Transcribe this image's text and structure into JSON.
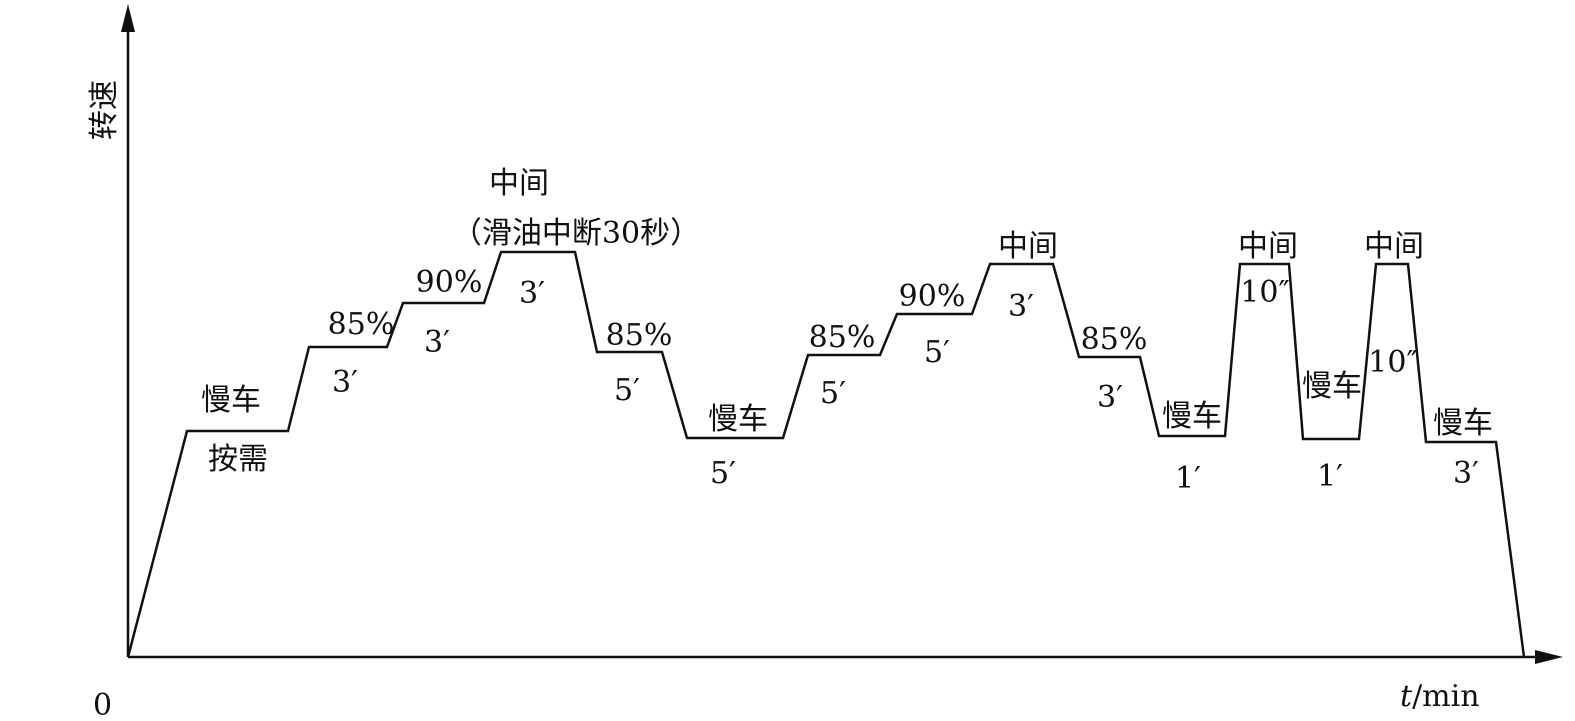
{
  "axis": {
    "y_label": "转速",
    "x_label_var": "t",
    "x_label_unit": "/min",
    "origin": "0"
  },
  "stages": [
    {
      "name": "慢车",
      "duration": "按需"
    },
    {
      "name": "85%",
      "duration": "3′"
    },
    {
      "name": "90%",
      "duration": "3′"
    },
    {
      "name": "中间",
      "note": "（滑油中断30秒）",
      "duration": "3′"
    },
    {
      "name": "85%",
      "duration": "5′"
    },
    {
      "name": "慢车",
      "duration": "5′"
    },
    {
      "name": "85%",
      "duration": "5′"
    },
    {
      "name": "90%",
      "duration": "5′"
    },
    {
      "name": "中间",
      "duration": "3′"
    },
    {
      "name": "85%",
      "duration": "3′"
    },
    {
      "name": "慢车",
      "duration": "1′"
    },
    {
      "name": "中间",
      "duration": "10″"
    },
    {
      "name": "慢车",
      "duration": "1′"
    },
    {
      "name": "中间",
      "duration": "10″"
    },
    {
      "name": "慢车",
      "duration": "3′"
    }
  ]
}
